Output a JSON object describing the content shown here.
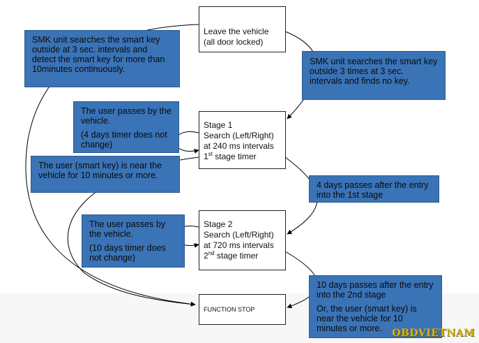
{
  "boxes": {
    "leave": {
      "line1": "Leave the vehicle",
      "line2": "(all door locked)"
    },
    "stage1": {
      "line1": "Stage 1",
      "line2": "Search (Left/Right)",
      "line3": "at 240 ms intervals",
      "timer_num": "1",
      "timer_sup": "st",
      "timer_rest": " stage timer"
    },
    "stage2": {
      "line1": "Stage 2",
      "line2": "Search (Left/Right)",
      "line3": "at 720 ms intervals",
      "timer_num": "2",
      "timer_sup": "nd",
      "timer_rest": " stage timer"
    },
    "stop": {
      "label": "FUNCTION STOP"
    }
  },
  "notes": {
    "smk_10min": "SMK unit searches the smart key outside at 3 sec. intervals and detect the smart key for more than 10minutes continuously.",
    "smk_3times": "SMK unit searches the smart key outside 3 times at 3 sec. intervals and finds no key.",
    "user_passes_1": {
      "line1": "The user passes by the vehicle.",
      "line2": "(4 days timer does not change)"
    },
    "user_near": "The user (smart key) is near the vehicle for 10 minutes or more.",
    "days4": "4 days passes after the entry into the 1st stage",
    "user_passes_2": {
      "line1": "The user passes by the vehicle.",
      "line2": "(10 days timer does not change)"
    },
    "days10": {
      "line1": "10 days passes after the entry into the 2nd stage",
      "line2": "Or, the user (smart key) is near the vehicle for 10 minutes or more."
    }
  },
  "watermark": "OBDVIETNAM",
  "colors": {
    "note_fill": "#3a73b6",
    "line": "#000000",
    "watermark": "#e0b300"
  }
}
